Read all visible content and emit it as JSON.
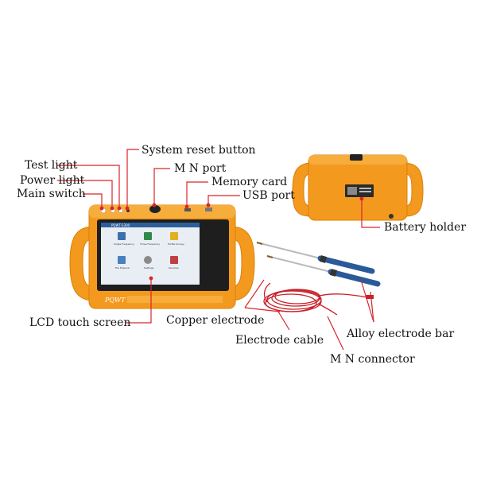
{
  "labels": {
    "test_light": "Test light",
    "power_light": "Power light",
    "main_switch": "Main switch",
    "system_reset_button": "System reset button",
    "mn_port": "M N port",
    "memory_card": "Memory card",
    "usb_port": "USB port",
    "battery_holder": "Battery holder",
    "lcd_touch_screen": "LCD touch screen",
    "copper_electrode": "Copper electrode",
    "electrode_cable": "Electrode cable",
    "alloy_electrode_bar": "Alloy electrode bar",
    "mn_connector": "M N connector"
  },
  "device": {
    "brand": "PQWT",
    "screen_title": "PQWT-S300",
    "screen_icons": [
      {
        "label": "Single Frequency",
        "color": "#3a6fb0"
      },
      {
        "label": "Three Frequency",
        "color": "#2f8a4a"
      },
      {
        "label": "Profile Survey",
        "color": "#e0b020"
      },
      {
        "label": "File Explorer",
        "color": "#4a7fc0"
      },
      {
        "label": "Settings",
        "color": "#8a8a8a"
      },
      {
        "label": "Services",
        "color": "#c04040"
      }
    ]
  },
  "colors": {
    "device_orange": "#f39a1e",
    "device_orange_dark": "#d97f0a",
    "callout_red": "#d9242b",
    "cable_red": "#c8202a",
    "bar_blue": "#2a5a9a"
  }
}
